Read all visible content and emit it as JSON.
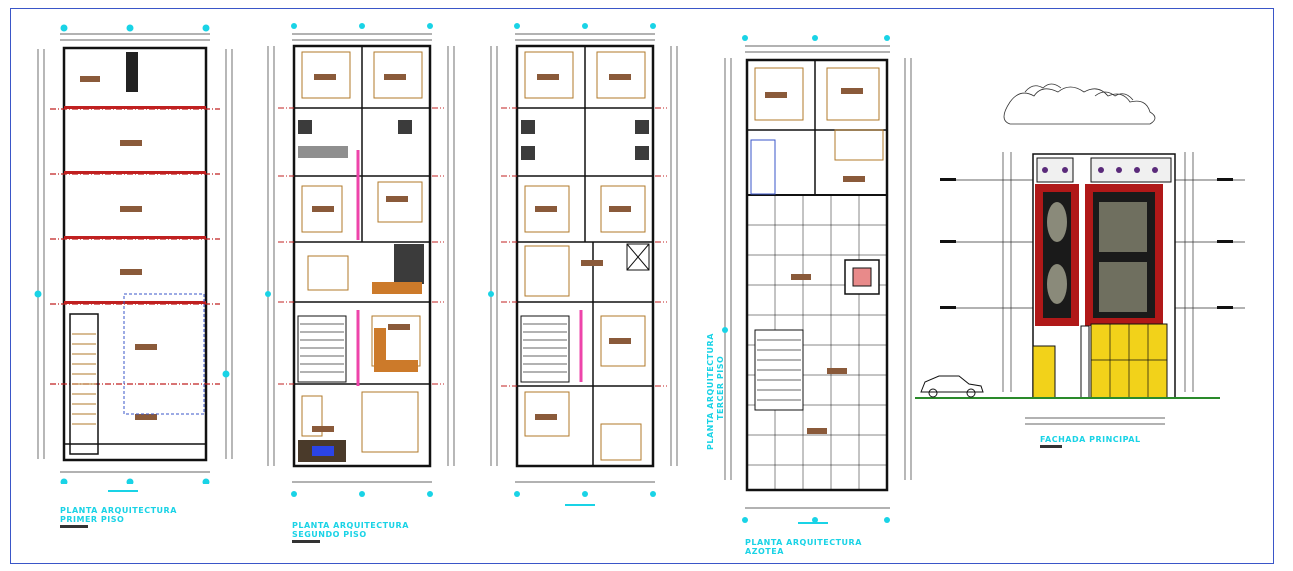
{
  "labels": {
    "first_floor_title": "PLANTA ARQUITECTURA",
    "first_floor_sub": "PRIMER PISO",
    "second_floor_title": "PLANTA ARQUITECTURA",
    "second_floor_sub": "SEGUNDO PISO",
    "third_floor_title": "PLANTA ARQUITECTURA",
    "third_floor_sub": "TERCER PISO",
    "roof_title": "PLANTA ARQUITECTURA",
    "roof_sub": "AZOTEA",
    "facade_title": "FACHADA PRINCIPAL"
  },
  "colors": {
    "frame": "#3a56c8",
    "wall": "#111111",
    "dimension": "#333333",
    "axis": "#d42020",
    "grid_bubble": "#19d3e6",
    "label": "#19d3e6",
    "furniture": "#b07a2a",
    "facade_red": "#b01818",
    "door_yellow": "#f2d21a"
  }
}
